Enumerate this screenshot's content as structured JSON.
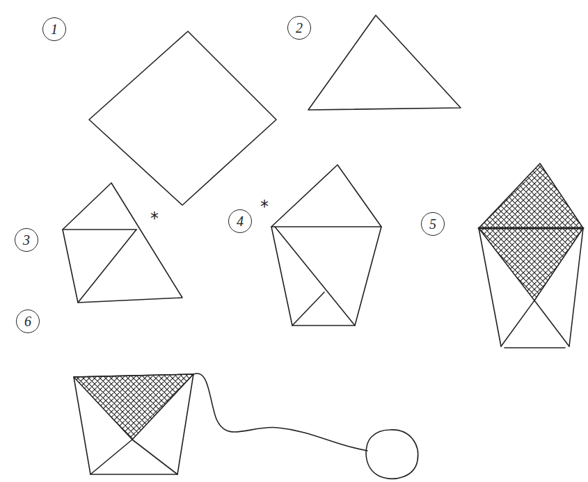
{
  "diagram": {
    "nodes": [
      {
        "text": [
          "1"
        ]
      },
      {
        "text": [
          "2"
        ]
      },
      {
        "text": [
          "3"
        ]
      },
      {
        "text": [
          "4"
        ]
      },
      {
        "text": [
          "5"
        ]
      },
      {
        "text": [
          "6"
        ]
      }
    ],
    "labels": [
      "*",
      "*"
    ]
  }
}
